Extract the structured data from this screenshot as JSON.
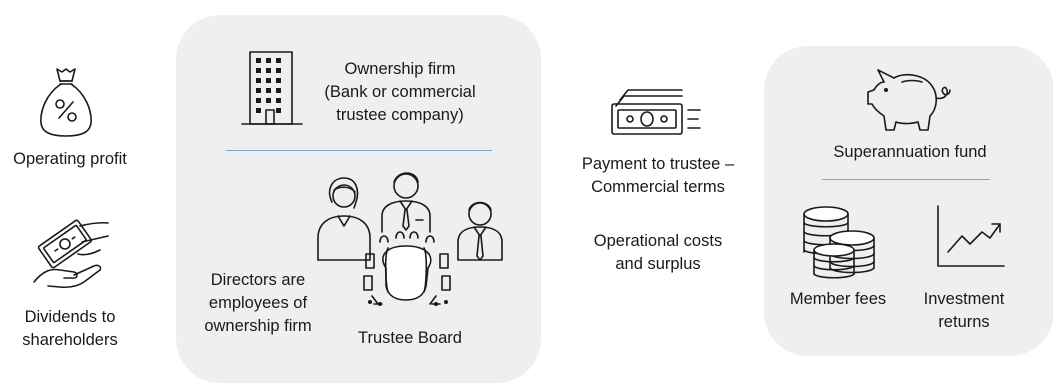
{
  "left_column": {
    "operating_profit": "Operating profit",
    "dividends_line1": "Dividends to",
    "dividends_line2": "shareholders"
  },
  "ownership_panel": {
    "firm_line1": "Ownership firm",
    "firm_line2": "(Bank or commercial",
    "firm_line3": "trustee company)",
    "directors_line1": "Directors are",
    "directors_line2": "employees of",
    "directors_line3": "ownership firm",
    "trustee_board": "Trustee Board"
  },
  "middle_column": {
    "payment_line1": "Payment to trustee –",
    "payment_line2": "Commercial terms",
    "operational_line1": "Operational costs",
    "operational_line2": "and surplus"
  },
  "fund_panel": {
    "title": "Superannuation fund",
    "member_fees": "Member fees",
    "investment_line1": "Investment",
    "investment_line2": "returns"
  },
  "colors": {
    "panel_background": "#efefef",
    "divider": "#7ea6d8",
    "icon_stroke": "#1a1a1a"
  },
  "icons": [
    "money-bag-percent-icon",
    "cash-hand-icon",
    "office-building-icon",
    "trustee-board-meeting-icon",
    "cash-payment-icon",
    "piggy-bank-icon",
    "coins-stack-icon",
    "growth-chart-icon"
  ]
}
